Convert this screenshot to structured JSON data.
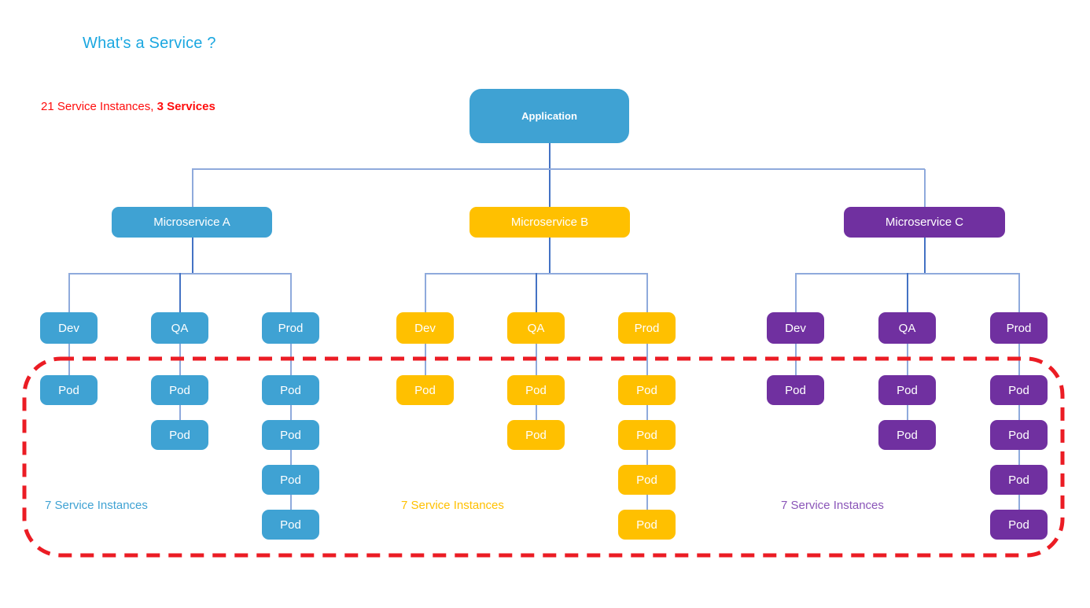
{
  "title": "What's a Service ?",
  "summary": {
    "normal": "21 Service Instances, ",
    "bold": "3 Services"
  },
  "root": {
    "label": "Application"
  },
  "groups": [
    {
      "label": "Microservice A",
      "theme": "blue",
      "instances_note": "7 Service Instances",
      "envs": [
        {
          "label": "Dev",
          "pods": [
            "Pod"
          ]
        },
        {
          "label": "QA",
          "pods": [
            "Pod",
            "Pod"
          ]
        },
        {
          "label": "Prod",
          "pods": [
            "Pod",
            "Pod",
            "Pod",
            "Pod"
          ]
        }
      ]
    },
    {
      "label": "Microservice B",
      "theme": "yellow",
      "instances_note": "7 Service Instances",
      "envs": [
        {
          "label": "Dev",
          "pods": [
            "Pod"
          ]
        },
        {
          "label": "QA",
          "pods": [
            "Pod",
            "Pod"
          ]
        },
        {
          "label": "Prod",
          "pods": [
            "Pod",
            "Pod",
            "Pod",
            "Pod"
          ]
        }
      ]
    },
    {
      "label": "Microservice C",
      "theme": "purple",
      "instances_note": "7 Service Instances",
      "envs": [
        {
          "label": "Dev",
          "pods": [
            "Pod"
          ]
        },
        {
          "label": "QA",
          "pods": [
            "Pod",
            "Pod"
          ]
        },
        {
          "label": "Prod",
          "pods": [
            "Pod",
            "Pod",
            "Pod",
            "Pod"
          ]
        }
      ]
    }
  ],
  "colors": {
    "node_blue": "#3fa2d3",
    "node_yellow": "#ffc000",
    "node_purple": "#7030a0",
    "title_text": "#1ba7e0",
    "summary_text": "#ff0d0d",
    "boundary_red": "#eb1c24",
    "connector_light": "#8faadc",
    "connector_dark": "#4472c4",
    "label_blue": "#3fa2d3",
    "label_yellow": "#ffc000",
    "label_purple": "#8a55b8"
  }
}
